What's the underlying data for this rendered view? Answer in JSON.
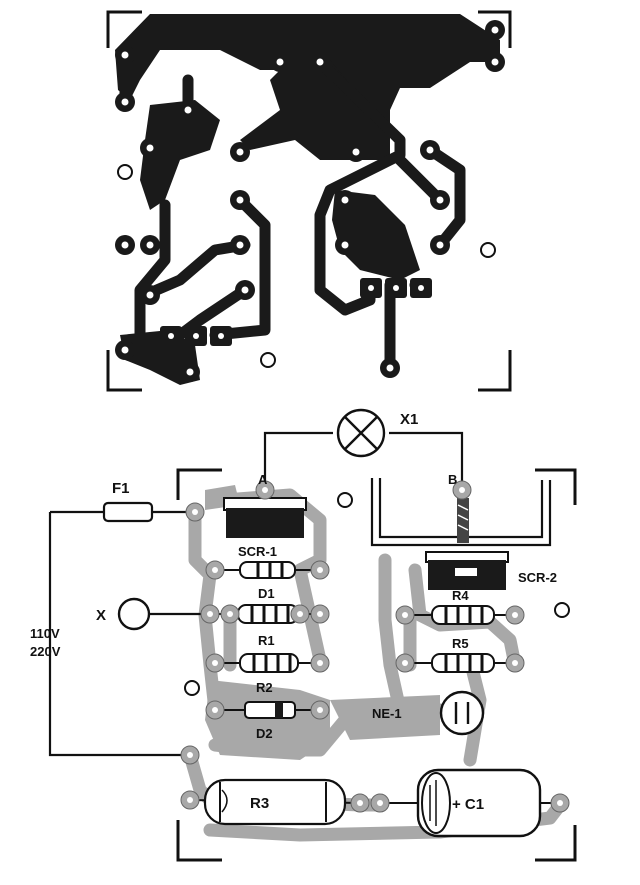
{
  "labels": {
    "lamp": "X1",
    "point_a": "A",
    "point_b": "B",
    "fuse": "F1",
    "scr1": "SCR-1",
    "scr2": "SCR-2",
    "d1": "D1",
    "r1": "R1",
    "r2": "R2",
    "d2": "D2",
    "r3": "R3",
    "r4": "R4",
    "r5": "R5",
    "ne1": "NE-1",
    "c1": "+ C1",
    "terminal_x": "X",
    "voltage_1": "110V",
    "voltage_2": "220V"
  },
  "colors": {
    "copper": "#1a1a1a",
    "trace_shadow": "#a8a8a8",
    "line": "#111111",
    "paper": "#ffffff"
  }
}
